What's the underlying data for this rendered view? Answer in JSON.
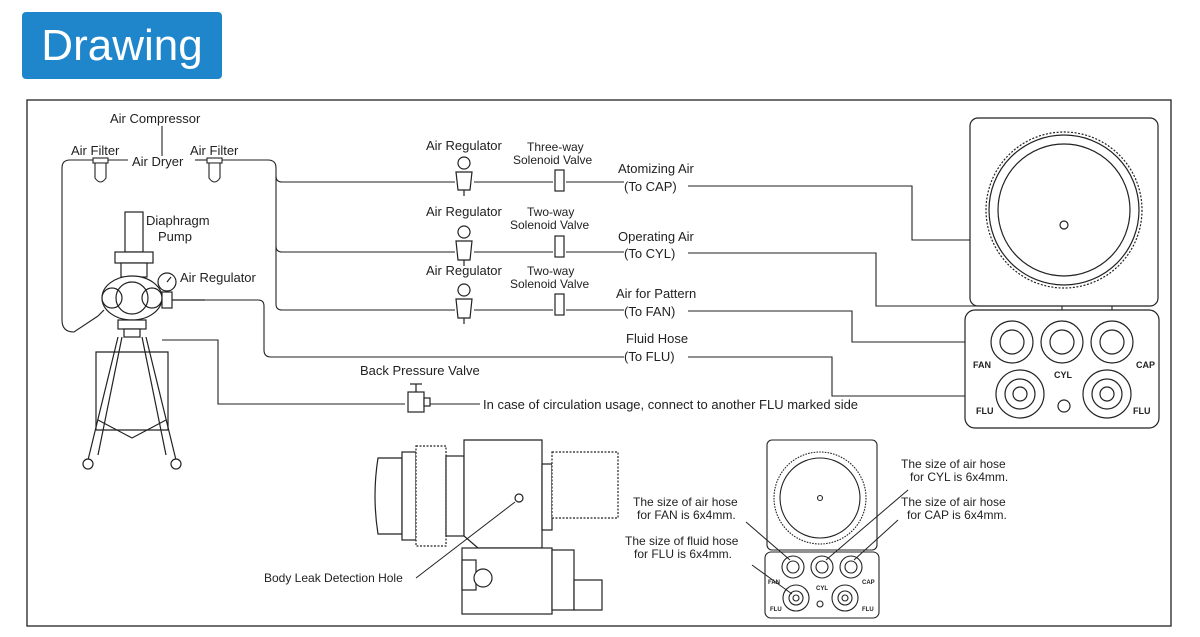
{
  "title": "Drawing",
  "labels": {
    "air_compressor": "Air Compressor",
    "air_filter_left": "Air Filter",
    "air_dryer": "Air Dryer",
    "air_filter_right": "Air Filter",
    "diaphragm_pump": [
      "Diaphragm",
      "Pump"
    ],
    "pump_air_regulator": "Air Regulator",
    "air_regulator_1": "Air Regulator",
    "air_regulator_2": "Air Regulator",
    "air_regulator_3": "Air Regulator",
    "valve_1": [
      "Three-way",
      "Solenoid Valve"
    ],
    "valve_2": [
      "Two-way",
      "Solenoid Valve"
    ],
    "valve_3": [
      "Two-way",
      "Solenoid Valve"
    ],
    "line_cap": [
      "Atomizing Air",
      "(To CAP)"
    ],
    "line_cyl": [
      "Operating Air",
      "(To CYL)"
    ],
    "line_fan": [
      "Air for Pattern",
      "(To FAN)"
    ],
    "line_flu": [
      "Fluid Hose",
      "(To FLU)"
    ],
    "back_pressure_valve": "Back Pressure Valve",
    "circulation_note": "In case of circulation usage, connect to another FLU marked side",
    "body_leak_hole": "Body Leak Detection Hole",
    "note_fan": [
      "The size of air hose",
      "for FAN is 6x4mm."
    ],
    "note_flu": [
      "The size of fluid hose",
      "for FLU is 6x4mm."
    ],
    "note_cyl": [
      "The size of air hose",
      "for CYL is 6x4mm."
    ],
    "note_cap": [
      "The size of air hose",
      "for CAP is 6x4mm."
    ]
  },
  "ports": {
    "fan": "FAN",
    "cyl": "CYL",
    "cap": "CAP",
    "flu_left": "FLU",
    "flu_right": "FLU"
  }
}
